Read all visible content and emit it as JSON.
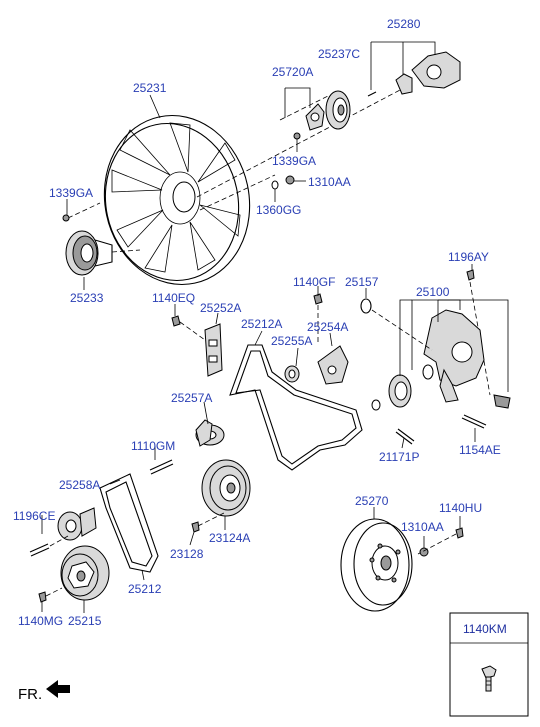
{
  "labels": {
    "p25280": "25280",
    "p25237C": "25237C",
    "p25720A": "25720A",
    "p25231": "25231",
    "p1339GA_top": "1339GA",
    "p1310AA_top": "1310AA",
    "p1339GA_left": "1339GA",
    "p1360GG": "1360GG",
    "p25233": "25233",
    "p1196AY": "1196AY",
    "p1140GF": "1140GF",
    "p25157": "25157",
    "p25100": "25100",
    "p1140EQ": "1140EQ",
    "p25252A": "25252A",
    "p25212A": "25212A",
    "p25254A": "25254A",
    "p25255A": "25255A",
    "p25257A": "25257A",
    "p1110GM": "1110GM",
    "p21171P": "21171P",
    "p1154AE": "1154AE",
    "p25258A": "25258A",
    "p1196CE": "1196CE",
    "p25270": "25270",
    "p1140HU": "1140HU",
    "p1310AA_bottom": "1310AA",
    "p23128": "23128",
    "p23124A": "23124A",
    "p25212": "25212",
    "p1140MG": "1140MG",
    "p25215": "25215"
  },
  "legend_box": {
    "title": "1140KM"
  },
  "direction": {
    "text": "FR."
  },
  "colors": {
    "label": "#2a3fb4",
    "line": "#000000"
  }
}
